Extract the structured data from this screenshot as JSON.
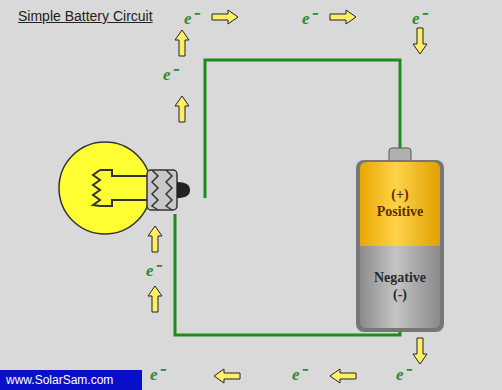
{
  "diagram": {
    "title": "Simple Battery Circuit",
    "nodes": [
      {
        "text": [
          "(+) Positive"
        ]
      },
      {
        "text": [
          "Negative (-)"
        ]
      }
    ],
    "labels": [
      "e⁻",
      "e⁻",
      "e⁻",
      "e⁻",
      "e⁻",
      "e⁻",
      "e⁻",
      "e⁻",
      "www.SolarSam.com"
    ]
  }
}
